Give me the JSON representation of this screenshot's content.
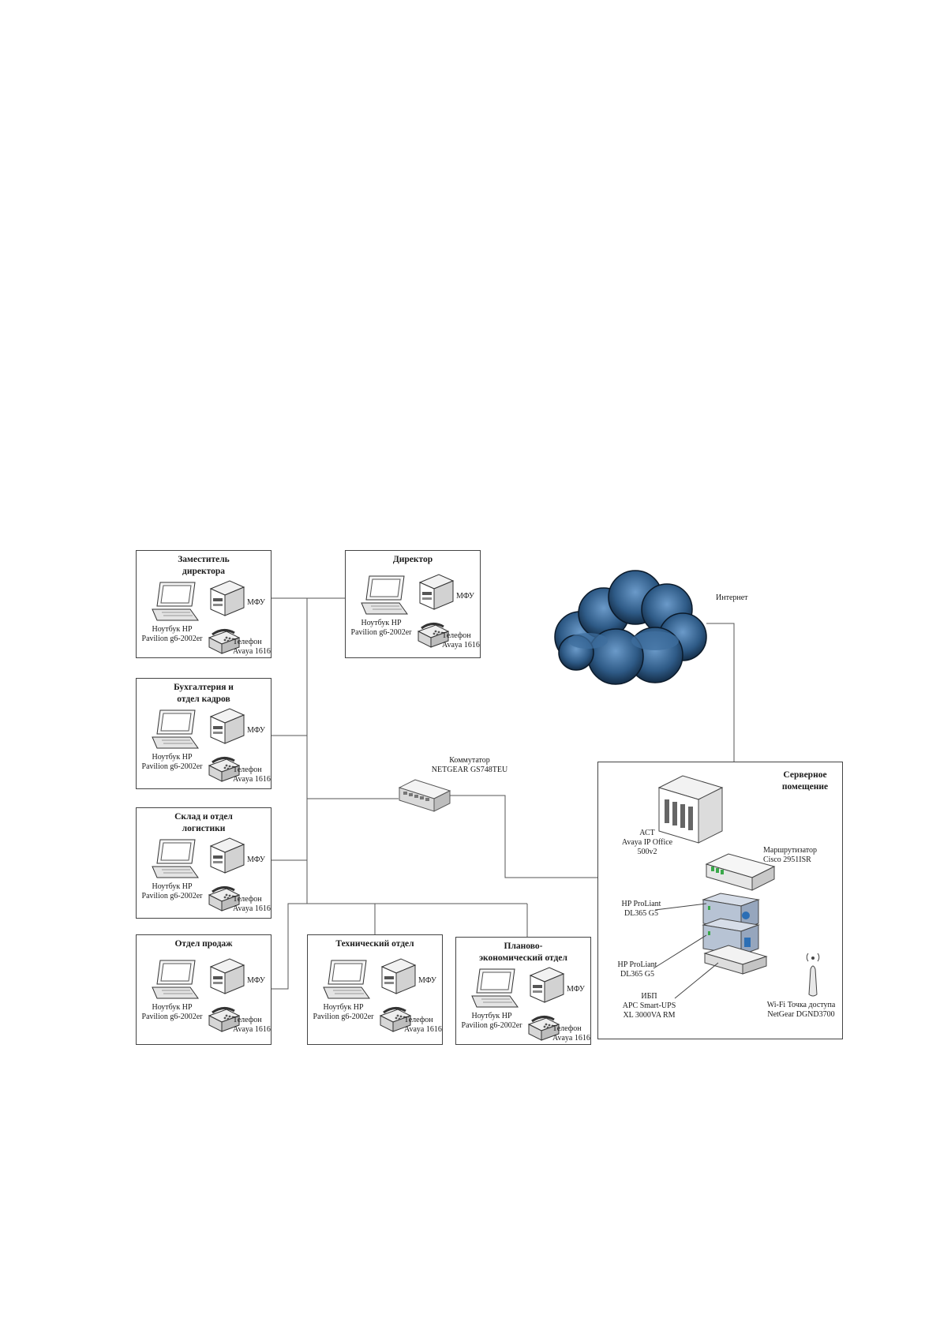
{
  "departments": [
    {
      "title": "Заместитель\nдиректора",
      "laptop_label": "Ноутбук HP\nPavilion g6-2002er",
      "mfp_label": "МФУ",
      "phone_label": "Телефон\nAvaya 1616"
    },
    {
      "title": "Директор",
      "laptop_label": "Ноутбук HP\nPavilion g6-2002er",
      "mfp_label": "МФУ",
      "phone_label": "Телефон\nAvaya 1616"
    },
    {
      "title": "Бухгалтерия и\nотдел кадров",
      "laptop_label": "Ноутбук HP\nPavilion g6-2002er",
      "mfp_label": "МФУ",
      "phone_label": "Телефон\nAvaya 1616"
    },
    {
      "title": "Склад и отдел\nлогистики",
      "laptop_label": "Ноутбук HP\nPavilion g6-2002er",
      "mfp_label": "МФУ",
      "phone_label": "Телефон\nAvaya 1616"
    },
    {
      "title": "Отдел продаж",
      "laptop_label": "Ноутбук HP\nPavilion g6-2002er",
      "mfp_label": "МФУ",
      "phone_label": "Телефон\nAvaya 1616"
    },
    {
      "title": "Технический отдел",
      "laptop_label": "Ноутбук HP\nPavilion g6-2002er",
      "mfp_label": "МФУ",
      "phone_label": "Телефон\nAvaya 1616"
    },
    {
      "title": "Планово-\nэкономический отдел",
      "laptop_label": "Ноутбук HP\nPavilion g6-2002er",
      "mfp_label": "МФУ",
      "phone_label": "Телефон\nAvaya 1616"
    }
  ],
  "switch_label": "Коммутатор\nNETGEAR GS748TEU",
  "internet_label": "Интернет",
  "server_room": {
    "title": "Серверное\nпомещение",
    "pbx_label": "АСТ\nAvaya IP Office\n500v2",
    "router_label": "Маршрутизатор\nCisco 2951ISR",
    "server1_label": "HP ProLiant\nDL365 G5",
    "server2_label": "HP ProLiant\nDL365 G5",
    "ups_label": "ИБП\nAPC Smart-UPS\nXL 3000VA RM",
    "wifi_label": "Wi-Fi Точка доступа\nNetGear DGND3700"
  },
  "colors": {
    "cloud_dark": "#0e2238",
    "cloud_light": "#6b9ac9",
    "accent_green": "#3aa84a"
  }
}
